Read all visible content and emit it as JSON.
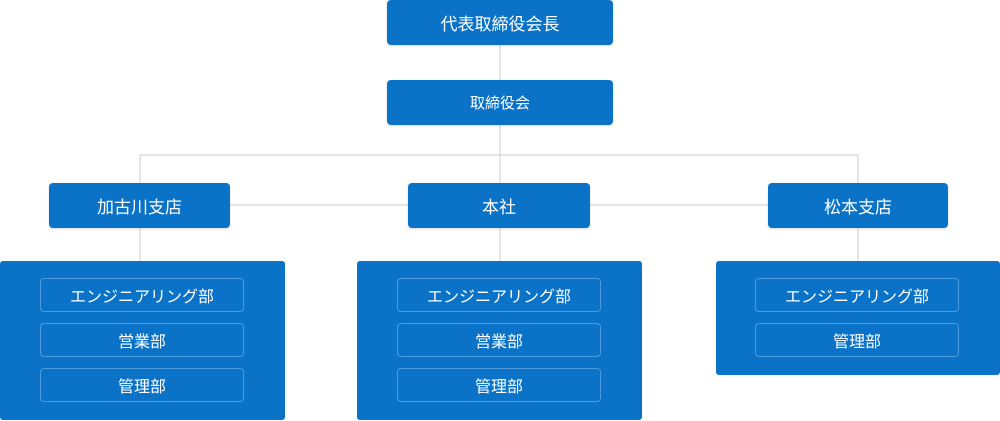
{
  "top": {
    "label": "代表取締役会長"
  },
  "board": {
    "label": "取締役会"
  },
  "branches": [
    {
      "label": "加古川支店",
      "departments": [
        "エンジニアリング部",
        "営業部",
        "管理部"
      ]
    },
    {
      "label": "本社",
      "departments": [
        "エンジニアリング部",
        "営業部",
        "管理部"
      ]
    },
    {
      "label": "松本支店",
      "departments": [
        "エンジニアリング部",
        "管理部"
      ]
    }
  ],
  "colors": {
    "node": "#0b73c7",
    "connector": "#cccccc",
    "dept_border": "#4d9bdd"
  }
}
